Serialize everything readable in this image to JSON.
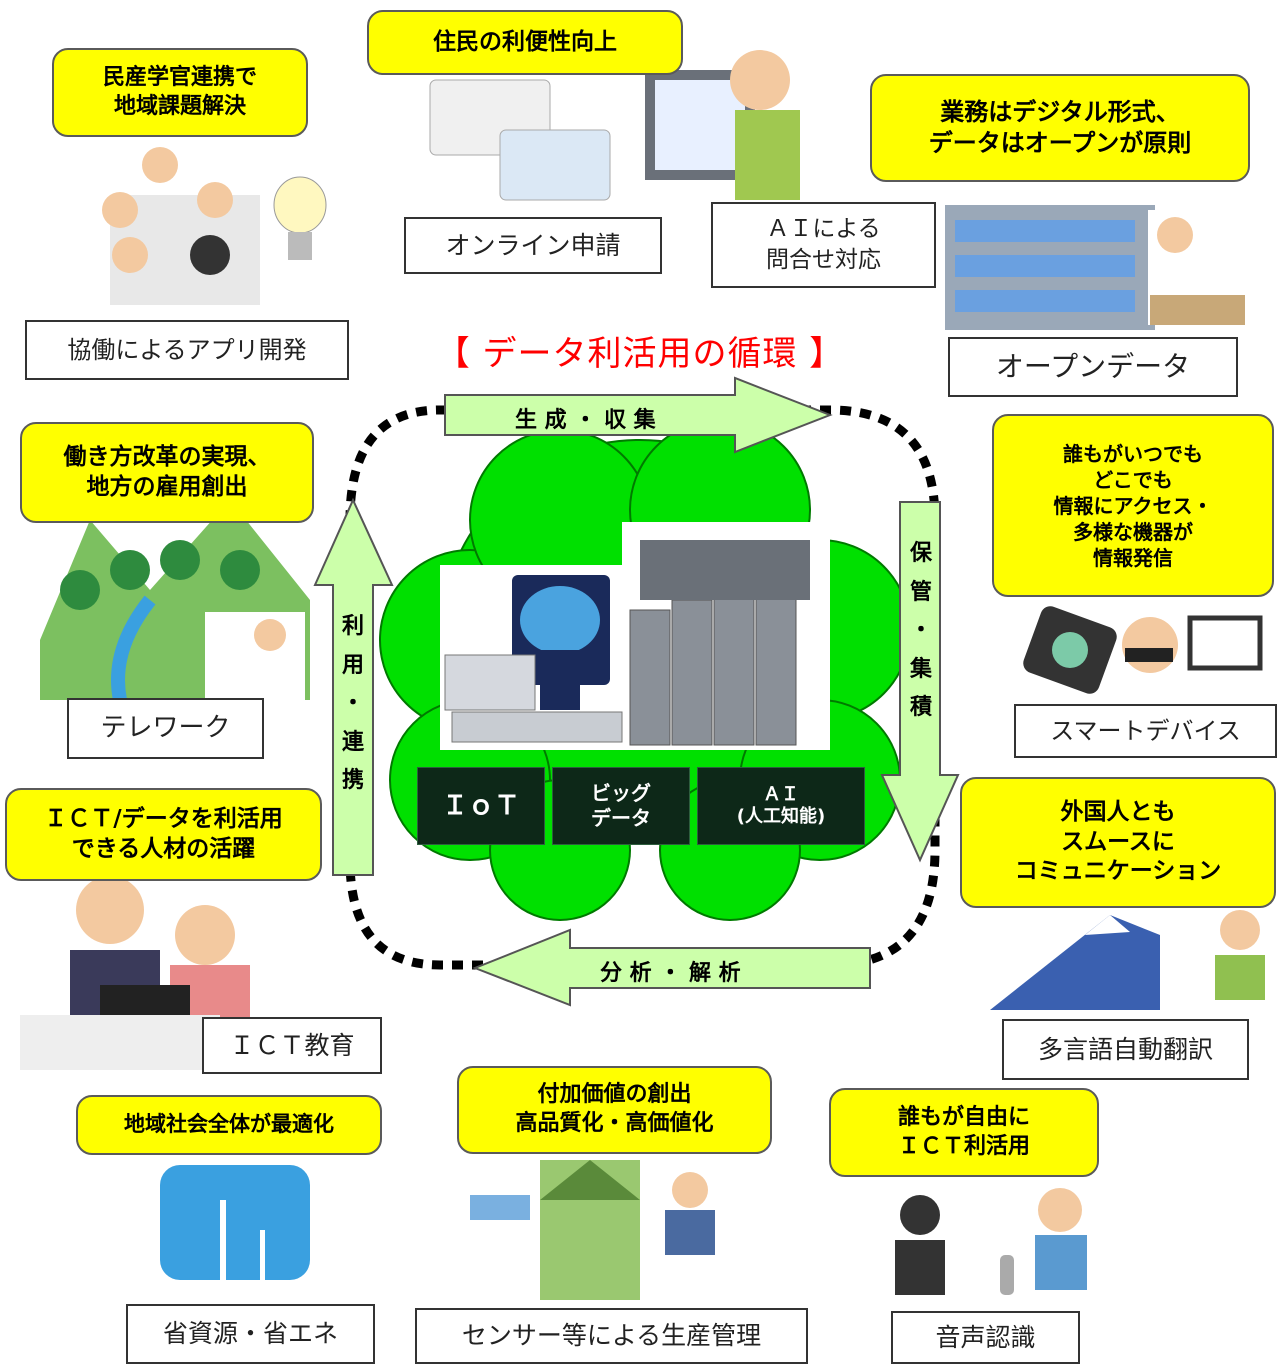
{
  "title": "【 データ利活用の循環 】",
  "cycle": {
    "top": "生 成 ・ 収 集",
    "right": "保\n管\n・\n集\n積",
    "bottom": "分 析 ・ 解 析",
    "left": "利\n用\n・\n連\n携"
  },
  "center": {
    "iot": "ＩｏＴ",
    "bigdata": "ビッグ\nデータ",
    "ai": "ＡＩ\n(人工知能)"
  },
  "goals": {
    "collab": "民産学官連携で\n地域課題解決",
    "convenience": "住民の利便性向上",
    "digital": "業務はデジタル形式、\nデータはオープンが原則",
    "workstyle": "働き方改革の実現、\n地方の雇用創出",
    "access": "誰もがいつでも\nどこでも\n情報にアクセス・\n多様な機器が\n情報発信",
    "talent": "ＩＣＴ/データを利活用\nできる人材の活躍",
    "foreign": "外国人とも\nスムースに\nコミュニケーション",
    "optimize": "地域社会全体が最適化",
    "value": "付加価値の創出\n高品質化・高価値化",
    "everyone": "誰もが自由に\nＩＣＴ利活用"
  },
  "examples": {
    "app": "協働によるアプリ開発",
    "online": "オンライン申請",
    "ai_inquiry": "ＡＩによる\n問合せ対応",
    "opendata": "オープンデータ",
    "telework": "テレワーク",
    "smart": "スマートデバイス",
    "ict_edu": "ＩＣＴ教育",
    "translate": "多言語自動翻訳",
    "energy": "省資源・省エネ",
    "sensor": "センサー等による生産管理",
    "voice": "音声認識"
  },
  "colors": {
    "yellow": "#ffff00",
    "arrow": "#ccffaa",
    "cloud": "#00e000",
    "title": "#ff0000"
  }
}
